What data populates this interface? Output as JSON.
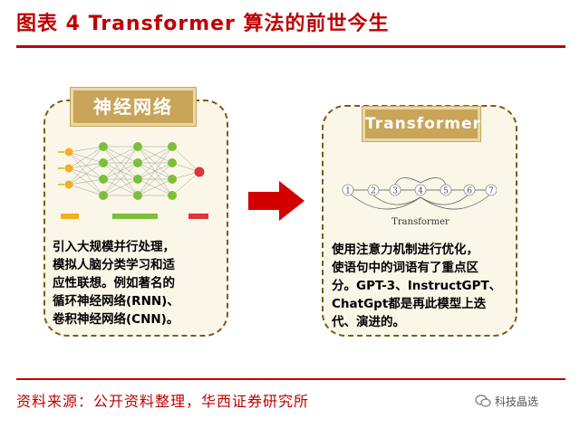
{
  "title": "图表 4 Transformer 算法的前世今生",
  "left_card": {
    "tag": "神经网络",
    "desc_lines": [
      "引入大规模并行处理，",
      "模拟人脑分类学习和适",
      "应性联想。例如著名的",
      "循环神经网络(RNN)、",
      "卷积神经网络(CNN)。"
    ]
  },
  "right_card": {
    "tag": "Transformer",
    "sequence_nodes": [
      "1",
      "2",
      "3",
      "4",
      "5",
      "6",
      "7"
    ],
    "sequence_label": "Transformer",
    "desc_lines": [
      "使用注意力机制进行优化，",
      "使语句中的词语有了重点区",
      "分。GPT-3、InstructGPT、",
      "ChatGpt都是再此模型上迭",
      "代、演进的。"
    ]
  },
  "footer": "资料来源：公开资料整理，华西证券研究所",
  "watermark": "科技晶选",
  "colors": {
    "brand_red": "#c00000",
    "tag_gold": "#c9a55a",
    "card_bg": "#fbf7e8",
    "arrow_red": "#d40000"
  }
}
